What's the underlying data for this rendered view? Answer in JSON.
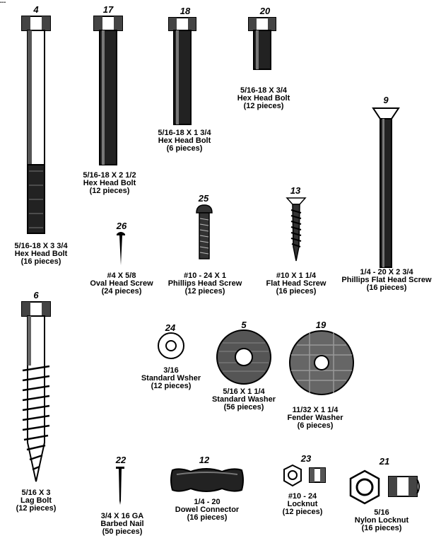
{
  "header_fragment": "...",
  "parts": {
    "p4": {
      "num": "4",
      "lines": [
        "5/16-18 X 3 3/4",
        "Hex Head Bolt",
        "(16 pieces)"
      ]
    },
    "p17": {
      "num": "17",
      "lines": [
        "5/16-18 X 2 1/2",
        "Hex Head Bolt",
        "(12 pieces)"
      ]
    },
    "p18": {
      "num": "18",
      "lines": [
        "5/16-18 X 1 3/4",
        "Hex Head Bolt",
        "(6 pieces)"
      ]
    },
    "p20": {
      "num": "20",
      "lines": [
        "5/16-18 X 3/4",
        "Hex Head Bolt",
        "(12 pieces)"
      ]
    },
    "p9": {
      "num": "9",
      "lines": [
        "1/4 - 20 X 2 3/4",
        "Phillips Flat Head Screw",
        "(16 pieces)"
      ]
    },
    "p26": {
      "num": "26",
      "lines": [
        "#4 X 5/8",
        "Oval Head Screw",
        "(24 pieces)"
      ]
    },
    "p25": {
      "num": "25",
      "lines": [
        "#10 - 24 X 1",
        "Phillips Head Screw",
        "(12 pieces)"
      ]
    },
    "p13": {
      "num": "13",
      "lines": [
        "#10 X 1 1/4",
        "Flat Head Screw",
        "(16 pieces)"
      ]
    },
    "p6": {
      "num": "6",
      "lines": [
        "5/16 X 3",
        "Lag Bolt",
        "(12 pieces)"
      ]
    },
    "p24": {
      "num": "24",
      "lines": [
        "3/16",
        "Standard Wsher",
        "(12 pieces)"
      ]
    },
    "p5": {
      "num": "5",
      "lines": [
        "5/16 X 1 1/4",
        "Standard Washer",
        "(56 pieces)"
      ]
    },
    "p19": {
      "num": "19",
      "lines": [
        "11/32 X 1 1/4",
        "Fender Washer",
        "(6 pieces)"
      ]
    },
    "p22": {
      "num": "22",
      "lines": [
        "3/4 X 16 GA",
        "Barbed Nail",
        "(50 pieces)"
      ]
    },
    "p12": {
      "num": "12",
      "lines": [
        "1/4 - 20",
        "Dowel Connector",
        "(16 pieces)"
      ]
    },
    "p23": {
      "num": "23",
      "lines": [
        "#10 - 24",
        "Locknut",
        "(12 pieces)"
      ]
    },
    "p21": {
      "num": "21",
      "lines": [
        "5/16",
        "Nylon Locknut",
        "(16 pieces)"
      ]
    }
  }
}
